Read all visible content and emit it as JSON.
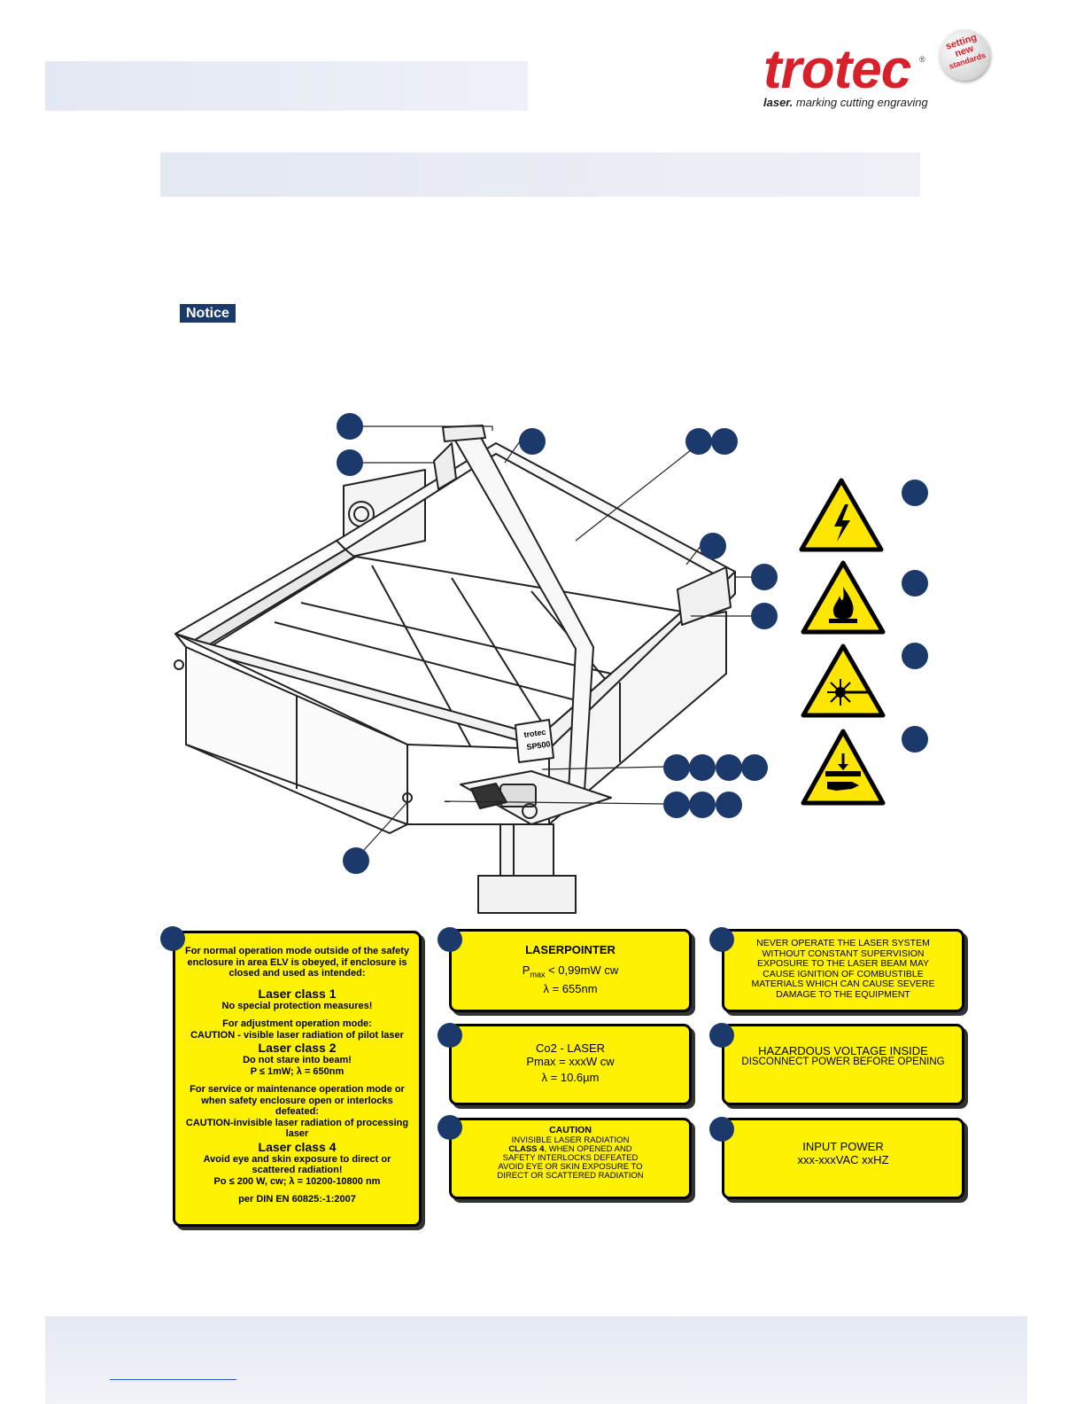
{
  "logo": {
    "brand": "trotec",
    "registered": "®",
    "tagline_bold": "laser.",
    "tagline_rest": " marking cutting engraving",
    "badge_line1": "setting",
    "badge_line2": "new",
    "badge_line3": "standards"
  },
  "notice": {
    "label": "Notice"
  },
  "colors": {
    "brand_red": "#d8202a",
    "notice_blue": "#1b3a6b",
    "label_yellow": "#fff200"
  },
  "labels": {
    "big": {
      "line1": "For normal operation mode outside of the safety enclosure in area ELV is obeyed, if enclosure is closed and used as intended:",
      "class1": "Laser class 1",
      "class1_note": "No special protection measures!",
      "adjust_head": "For adjustment operation mode:",
      "adjust_caution": "CAUTION - visible laser radiation of pilot laser",
      "class2": "Laser class 2",
      "class2_note": "Do not stare into beam!",
      "class2_spec": "P ≤ 1mW; λ = 650nm",
      "service_head": "For service or maintenance operation mode or when safety enclosure open or interlocks defeated:",
      "service_caution": "CAUTION-invisible laser radiation of processing laser",
      "class4": "Laser class 4",
      "class4_note": "Avoid eye and skin exposure to direct or scattered radiation!",
      "class4_spec": "Po ≤ 200 W, cw; λ = 10200-10800 nm",
      "norm": "per DIN EN 60825:-1:2007"
    },
    "laserpointer": {
      "title": "LASERPOINTER",
      "p_prefix": "P",
      "p_sub": "max",
      "p_value": " < 0,99mW cw",
      "lambda": "λ = 655nm"
    },
    "co2": {
      "title": "Co2 - LASER",
      "power": "Pmax =  xxxW cw",
      "lambda": "λ = 10.6µm"
    },
    "caution": {
      "title": "CAUTION",
      "line1": "INVISIBLE LASER RADIATION",
      "line2_bold": "CLASS 4",
      "line2_rest": ", WHEN OPENED AND",
      "line3": "SAFETY INTERLOCKS DEFEATED",
      "line4": "AVOID EYE OR SKIN EXPOSURE TO",
      "line5": "DIRECT OR SCATTERED RADIATION"
    },
    "never": {
      "line1": "NEVER OPERATE THE LASER SYSTEM",
      "line2": "WITHOUT CONSTANT SUPERVISION",
      "line3": "EXPOSURE TO THE LASER BEAM MAY",
      "line4": "CAUSE IGNITION OF COMBUSTIBLE",
      "line5": "MATERIALS WHICH CAN CAUSE SEVERE",
      "line6": "DAMAGE TO THE EQUIPMENT"
    },
    "hazard": {
      "line1": "HAZARDOUS VOLTAGE INSIDE",
      "line2": "DISCONNECT POWER BEFORE OPENING"
    },
    "input": {
      "line1": "INPUT POWER",
      "line2": "xxx-xxxVAC xxHZ"
    }
  },
  "machine_plate": {
    "line1": "trotec",
    "line2": "SP500"
  },
  "warning_signs": [
    {
      "icon": "electric-hazard-icon"
    },
    {
      "icon": "fire-hazard-icon"
    },
    {
      "icon": "laser-radiation-icon"
    },
    {
      "icon": "hand-crush-icon"
    }
  ]
}
